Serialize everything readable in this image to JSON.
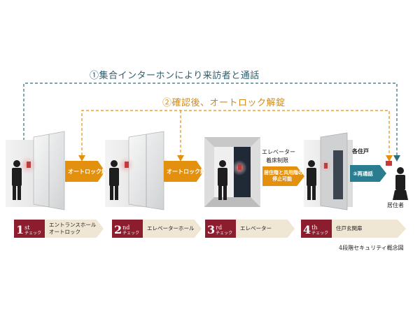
{
  "flows": {
    "intercom": "①集合インターホンにより来訪者と通話",
    "autolock": "②確認後、オートロック解錠"
  },
  "arrows": {
    "unlock1": "オートロック解錠",
    "unlock2": "オートロック解錠",
    "floor_line1": "居住階と共用階のみ",
    "floor_line2": "停止可能",
    "recall": "③再通話"
  },
  "labels": {
    "elevator_line1": "エレベーター",
    "elevator_line2": "着床制限",
    "door": "各住戸",
    "resident": "居住者"
  },
  "checks": [
    {
      "num": "1",
      "ord": "st",
      "chk": "チェック",
      "place1": "エントランスホール",
      "place2": "オートロック"
    },
    {
      "num": "2",
      "ord": "nd",
      "chk": "チェック",
      "place1": "エレベーターホール",
      "place2": ""
    },
    {
      "num": "3",
      "ord": "rd",
      "chk": "チェック",
      "place1": "エレベーター",
      "place2": ""
    },
    {
      "num": "4",
      "ord": "th",
      "chk": "チェック",
      "place1": "住戸玄関扉",
      "place2": ""
    }
  ],
  "caption": "4段階セキュリティ概念図",
  "colors": {
    "teal": "#2c6e7e",
    "orange": "#e3900f",
    "maroon": "#8c1d2e",
    "chevron": "#efe6d4"
  }
}
